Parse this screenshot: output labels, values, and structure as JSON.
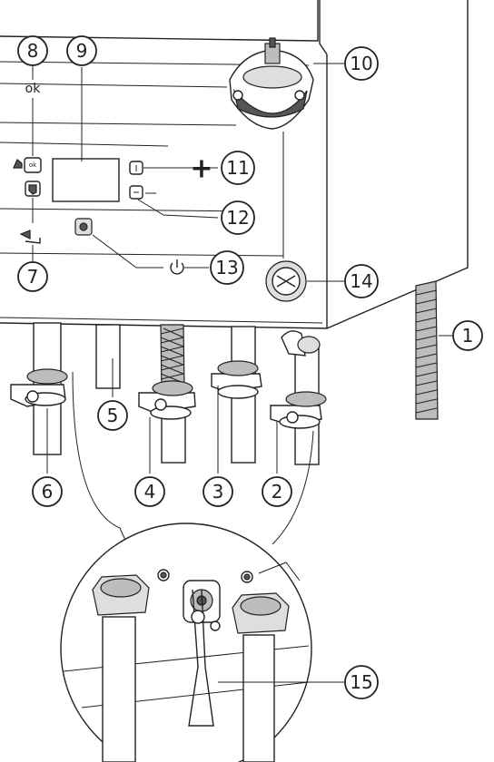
{
  "panel": {
    "ok_label": "ok",
    "ok_button_label": "ok",
    "plus_symbol": "+"
  },
  "callouts": [
    {
      "id": "1",
      "label": "1"
    },
    {
      "id": "2",
      "label": "2"
    },
    {
      "id": "3",
      "label": "3"
    },
    {
      "id": "4",
      "label": "4"
    },
    {
      "id": "5",
      "label": "5"
    },
    {
      "id": "6",
      "label": "6"
    },
    {
      "id": "7",
      "label": "7"
    },
    {
      "id": "8",
      "label": "8"
    },
    {
      "id": "9",
      "label": "9"
    },
    {
      "id": "10",
      "label": "10"
    },
    {
      "id": "11",
      "label": "11"
    },
    {
      "id": "12",
      "label": "12"
    },
    {
      "id": "13",
      "label": "13"
    },
    {
      "id": "14",
      "label": "14"
    },
    {
      "id": "15",
      "label": "15"
    }
  ]
}
